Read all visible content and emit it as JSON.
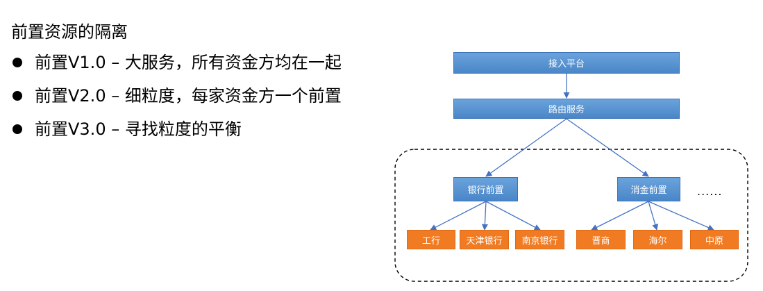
{
  "title": "前置资源的隔离",
  "bullets": [
    "前置V1.0 – 大服务，所有资金方均在一起",
    "前置V2.0 – 细粒度，每家资金方一个前置",
    "前置V3.0 – 寻找粒度的平衡"
  ],
  "diagram": {
    "platform": "接入平台",
    "routing": "路由服务",
    "groups": [
      {
        "label": "银行前置",
        "children": [
          "工行",
          "天津银行",
          "南京银行"
        ]
      },
      {
        "label": "消金前置",
        "children": [
          "晋商",
          "海尔",
          "中原"
        ]
      }
    ],
    "more": "......"
  },
  "colors": {
    "blue_box": "#5b95d3",
    "orange_box": "#f07b23",
    "connector": "#4472c4",
    "dashed_border": "#000000"
  }
}
